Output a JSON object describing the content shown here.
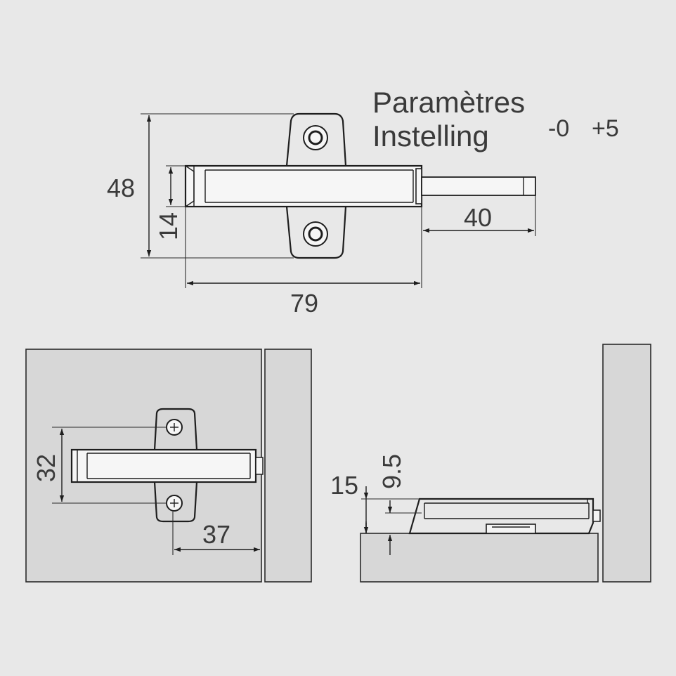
{
  "header": {
    "line1": "Paramètres",
    "line2": "Instelling",
    "tolerance_minus": "-0",
    "tolerance_plus": "+5"
  },
  "dimensions": {
    "height_total": "48",
    "height_body": "14",
    "plunger_length": "40",
    "overall_length": "79",
    "screw_spacing": "32",
    "offset_from_door": "37",
    "base_height": "15",
    "mount_height": "9.5"
  },
  "colors": {
    "background": "#e8e8e8",
    "panel": "#d7d7d7",
    "line": "#1e1e1e",
    "text": "#3a3a3a"
  }
}
